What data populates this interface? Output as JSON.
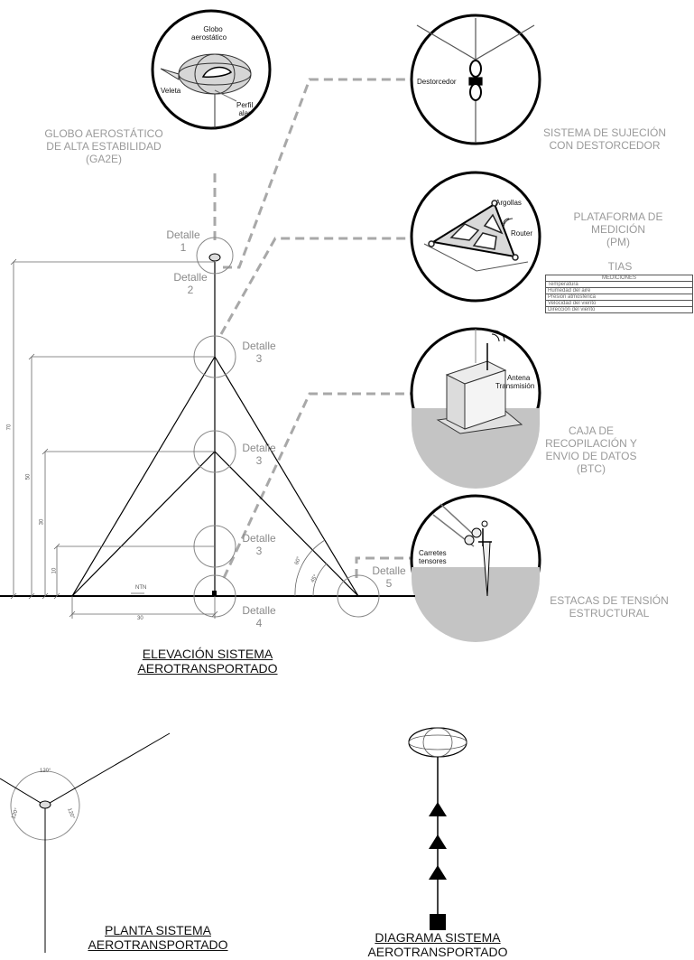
{
  "details": {
    "d1": {
      "label": "Detalle",
      "num": "1"
    },
    "d2": {
      "label": "Detalle",
      "num": "2"
    },
    "d3a": {
      "label": "Detalle",
      "num": "3"
    },
    "d3b": {
      "label": "Detalle",
      "num": "3"
    },
    "d3c": {
      "label": "Detalle",
      "num": "3"
    },
    "d4": {
      "label": "Detalle",
      "num": "4"
    },
    "d5": {
      "label": "Detalle",
      "num": "5"
    }
  },
  "globe_detail": {
    "line1": "Globo",
    "line2": "aerostático",
    "veleta": "Veleta",
    "perfil1": "Perfil",
    "perfil2": "alar"
  },
  "ga2e": {
    "line1": "GLOBO AEROSTÁTICO",
    "line2": "DE ALTA ESTABILIDAD",
    "line3": "(GA2E)"
  },
  "sujecion": {
    "callout": "Destorcedor",
    "line1": "SISTEMA DE SUJECIÓN",
    "line2": "CON DESTORCEDOR"
  },
  "plataforma": {
    "argollas": "Argollas",
    "router": "Router",
    "line1": "PLATAFORMA DE",
    "line2": "MEDICIÓN",
    "line3": "(PM)"
  },
  "tias": {
    "title": "TIAS",
    "header": "MEDICIONES",
    "rows": [
      "Temperatura",
      "Humedad del aire",
      "Presión atmosférica",
      "Velocidad del viento",
      "Dirección del viento"
    ]
  },
  "caja": {
    "antena1": "Antena",
    "antena2": "Transmisión",
    "line1": "CAJA DE",
    "line2": "RECOPILACIÓN Y",
    "line3": "ENVIO DE DATOS",
    "line4": "(BTC)"
  },
  "estacas": {
    "callout1": "Carretes",
    "callout2": "tensores",
    "line1": "ESTACAS DE TENSIÓN",
    "line2": "ESTRUCTURAL"
  },
  "dims": {
    "h70": "70",
    "h50": "50",
    "h30": "30",
    "h10": "10",
    "w30": "30",
    "ntn": "NTN",
    "a60": "60°",
    "a45": "45°"
  },
  "plan_angles": {
    "a1": "120°",
    "a2": "120°",
    "a3": "120°"
  },
  "titles": {
    "elev1": "ELEVACIÓN SISTEMA",
    "elev2": "AEROTRANSPORTADO",
    "plan1": "PLANTA SISTEMA",
    "plan2": "AEROTRANSPORTADO",
    "diag1": "DIAGRAMA SISTEMA",
    "diag2": "AEROTRANSPORTADO"
  }
}
